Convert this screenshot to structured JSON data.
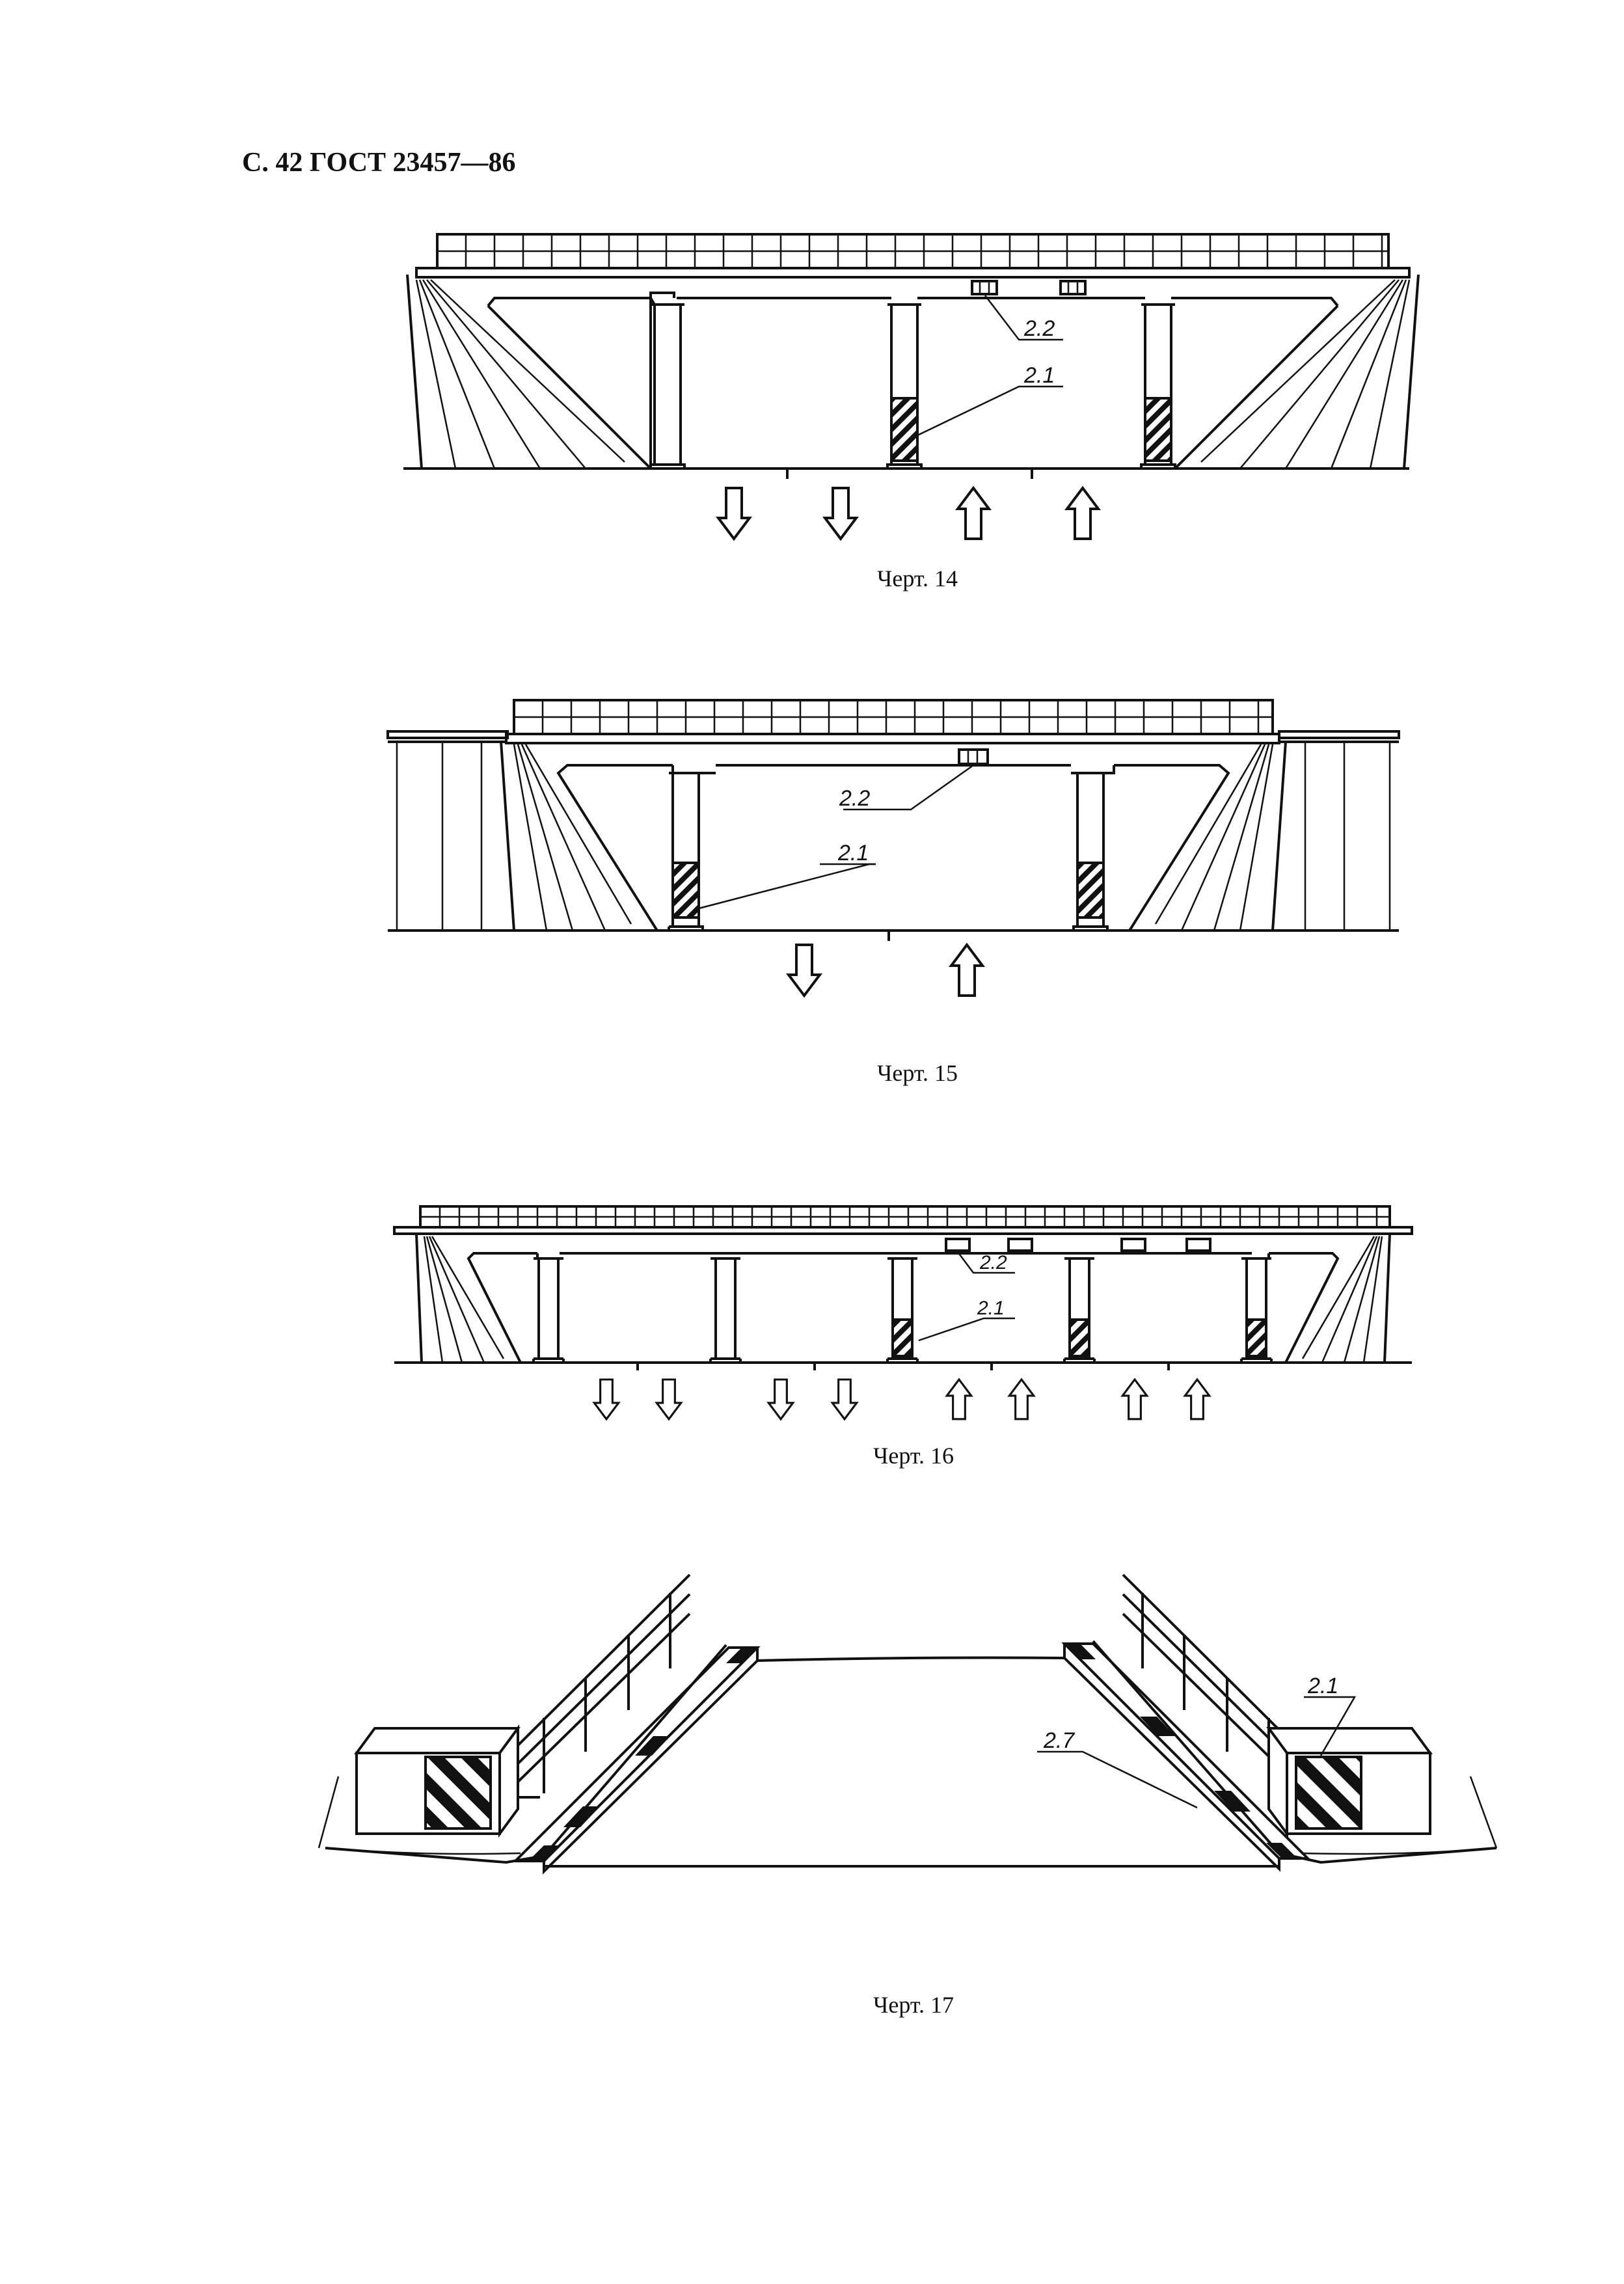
{
  "header": {
    "text": "С. 42 ГОСТ 23457—86"
  },
  "figures": [
    {
      "caption": "Черт. 14",
      "labels": [
        "2.2",
        "2.1"
      ]
    },
    {
      "caption": "Черт. 15",
      "labels": [
        "2.2",
        "2.1"
      ]
    },
    {
      "caption": "Черт. 16",
      "labels": [
        "2.2",
        "2.1"
      ]
    },
    {
      "caption": "Черт. 17",
      "labels": [
        "2.1",
        "2.7"
      ]
    }
  ],
  "colors": {
    "ink": "#111111",
    "paper": "#ffffff"
  }
}
